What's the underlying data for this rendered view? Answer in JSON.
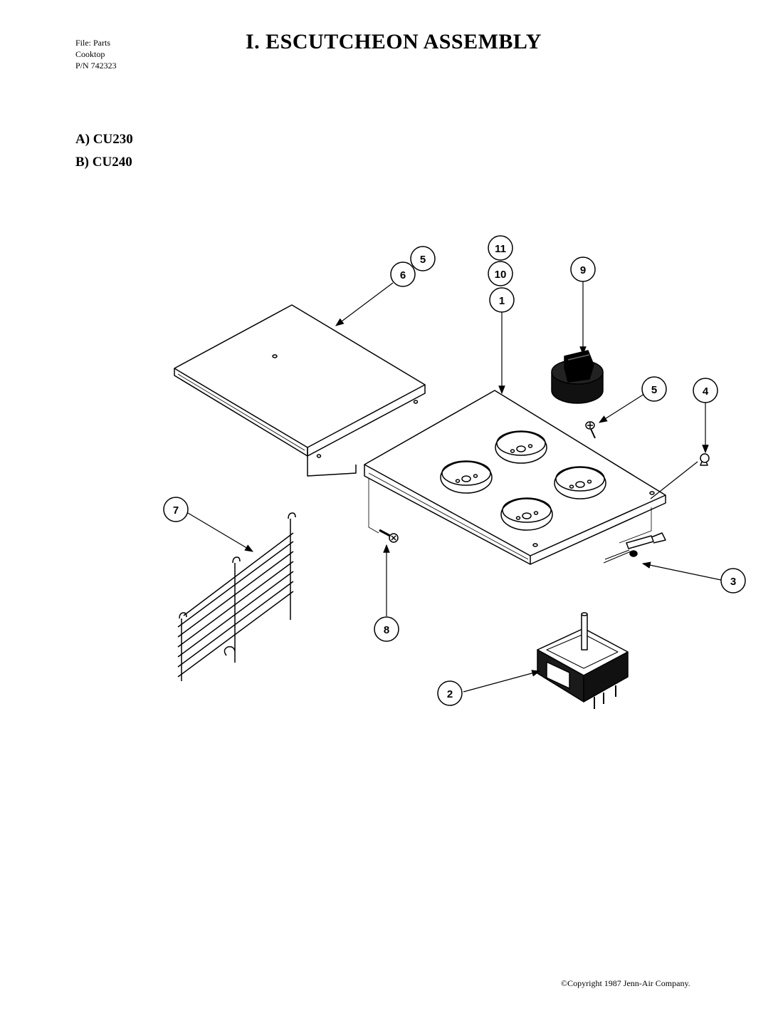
{
  "file_info": {
    "line1": "File: Parts",
    "line2": "Cooktop",
    "line3": "P/N 742323"
  },
  "title": "I. ESCUTCHEON ASSEMBLY",
  "models": [
    {
      "label": "A) CU230"
    },
    {
      "label": "B) CU240"
    }
  ],
  "callouts": {
    "c11": "11",
    "c10": "10",
    "c1": "1",
    "c9": "9",
    "c6": "6",
    "c5a": "5",
    "c5b": "5",
    "c4": "4",
    "c7": "7",
    "c3": "3",
    "c8": "8",
    "c2": "2"
  },
  "copyright": "©Copyright 1987 Jenn-Air Company."
}
